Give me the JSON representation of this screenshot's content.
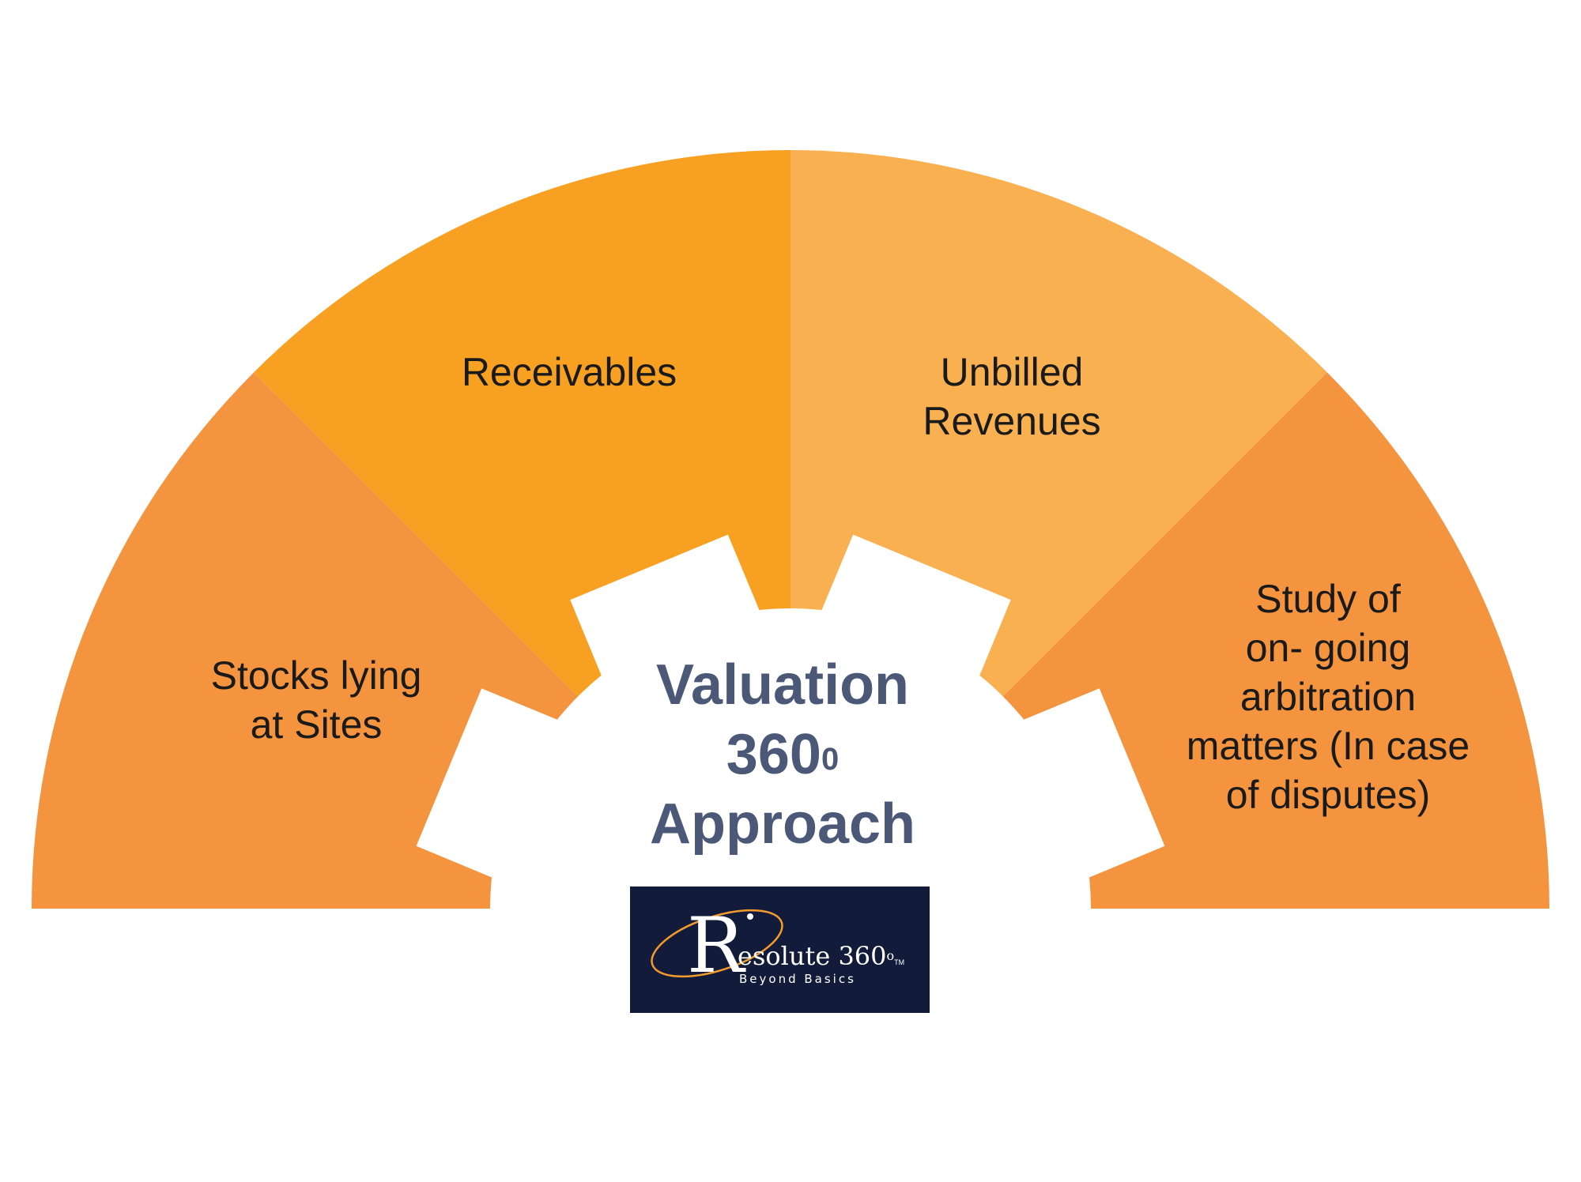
{
  "colors": {
    "stocks_segment": "#f5943f",
    "receivables_segment": "#f7a021",
    "unbilled_segment": "#f9b050",
    "arbitration_segment": "#f5943f",
    "center_title": "#4c5878",
    "logo_background": "#121c3a",
    "logo_accent": "#f59a2c"
  },
  "segments": [
    {
      "id": "stocks",
      "lines": [
        "Stocks lying",
        "at Sites"
      ]
    },
    {
      "id": "receivables",
      "lines": [
        "Receivables"
      ]
    },
    {
      "id": "unbilled",
      "lines": [
        "Unbilled",
        "Revenues"
      ]
    },
    {
      "id": "arbitration",
      "lines": [
        "Study of",
        "on- going",
        "arbitration",
        "matters (In case",
        "of disputes)"
      ]
    }
  ],
  "center": {
    "line1": "Valuation",
    "line2": "360",
    "line2_degree": "0",
    "line3": "Approach"
  },
  "logo": {
    "brand_initial": "R",
    "brand_rest": "esolute 360",
    "brand_degree": "o",
    "trademark": "TM",
    "tagline": "Beyond Basics"
  }
}
